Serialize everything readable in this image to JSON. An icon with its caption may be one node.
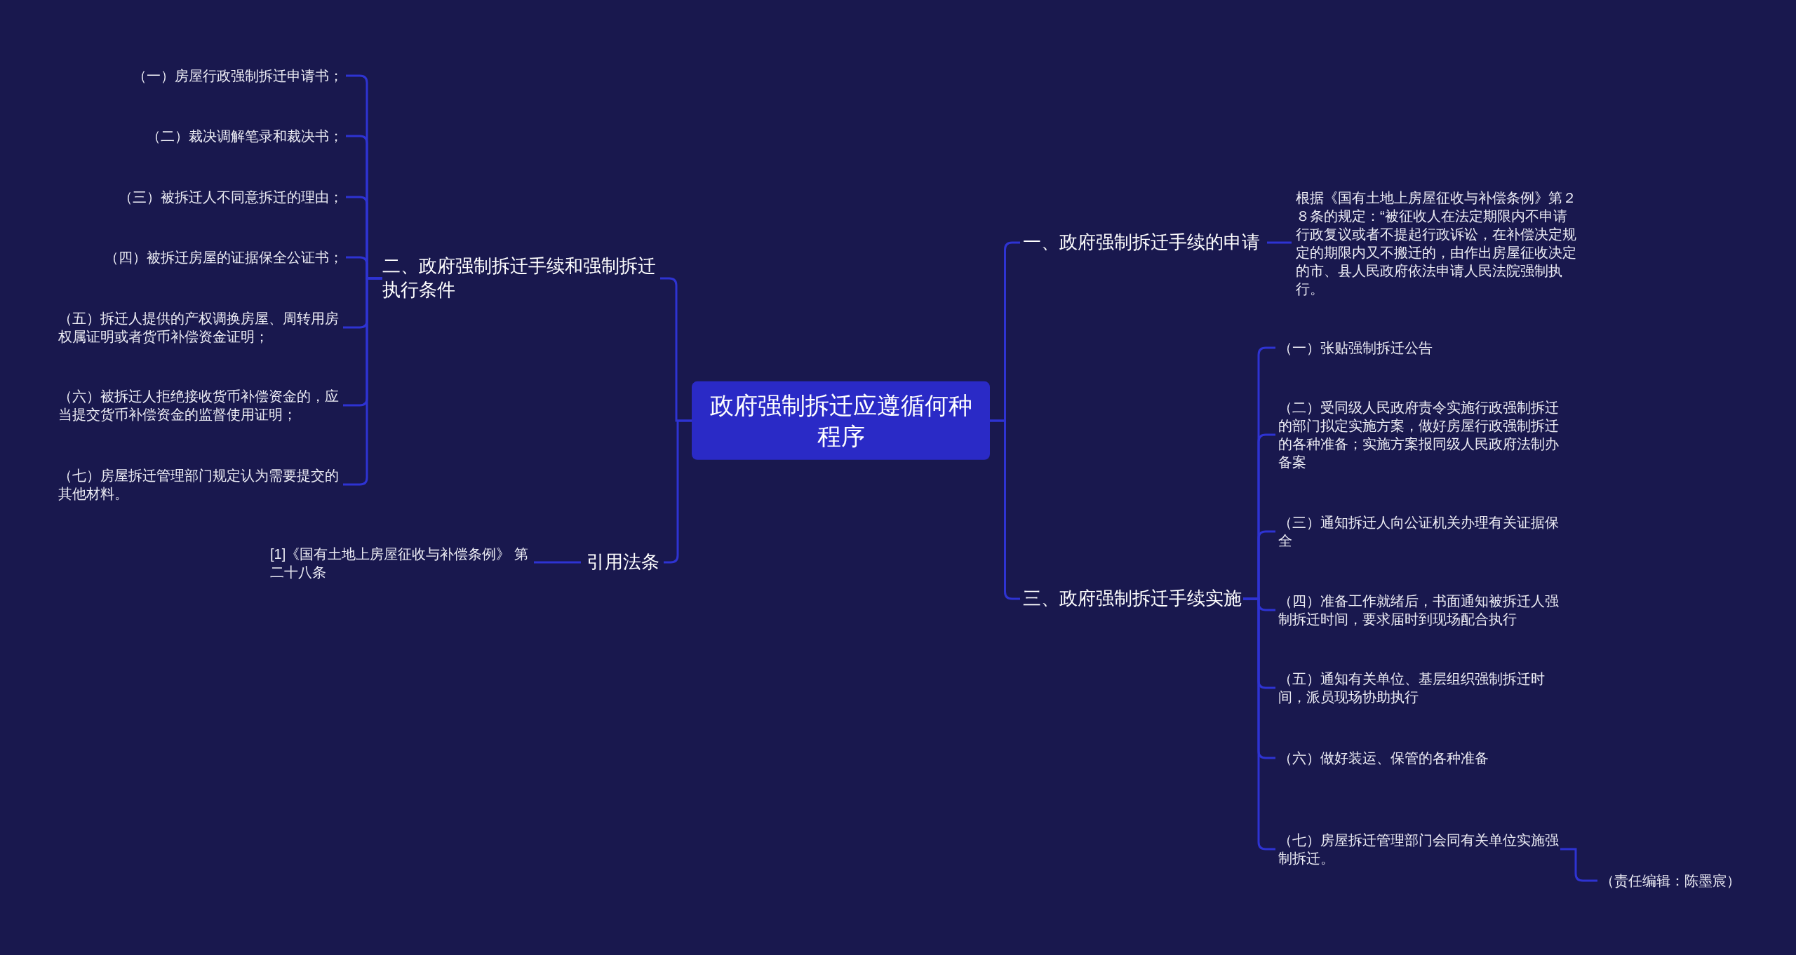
{
  "diagram": {
    "nodes": [
      {
        "text": [
          "政府强制拆迁应遵循何种程序"
        ]
      },
      {
        "text": [
          "一、政府强制拆迁手续的申请"
        ]
      },
      {
        "text": [
          "根据《国有土地上房屋征收与补偿条例》第２８条的规定：“被征收人在法定期限内不申请行政复议或者不提起行政诉讼，在补偿决定规定的期限内又不搬迁的，由作出房屋征收决定的市、县人民政府依法申请人民法院强制执行。"
        ]
      },
      {
        "text": [
          "三、政府强制拆迁手续实施"
        ]
      },
      {
        "text": [
          "（一）张贴强制拆迁公告"
        ]
      },
      {
        "text": [
          "（二）受同级人民政府责令实施行政强制拆迁的部门拟定实施方案，做好房屋行政强制拆迁的各种准备；实施方案报同级人民政府法制办备案"
        ]
      },
      {
        "text": [
          "（三）通知拆迁人向公证机关办理有关证据保全"
        ]
      },
      {
        "text": [
          "（四）准备工作就绪后，书面通知被拆迁人强制拆迁时间，要求届时到现场配合执行"
        ]
      },
      {
        "text": [
          "（五）通知有关单位、基层组织强制拆迁时间，派员现场协助执行"
        ]
      },
      {
        "text": [
          "（六）做好装运、保管的各种准备"
        ]
      },
      {
        "text": [
          "（七）房屋拆迁管理部门会同有关单位实施强制拆迁。"
        ]
      },
      {
        "text": [
          "（责任编辑：陈墨宸）"
        ]
      },
      {
        "text": [
          "二、政府强制拆迁手续和强制拆迁执行条件"
        ]
      },
      {
        "text": [
          "（一）房屋行政强制拆迁申请书；"
        ]
      },
      {
        "text": [
          "（二）裁决调解笔录和裁决书；"
        ]
      },
      {
        "text": [
          "（三）被拆迁人不同意拆迁的理由；"
        ]
      },
      {
        "text": [
          "（四）被拆迁房屋的证据保全公证书；"
        ]
      },
      {
        "text": [
          "（五）拆迁人提供的产权调换房屋、周转用房权属证明或者货币补偿资金证明；"
        ]
      },
      {
        "text": [
          "（六）被拆迁人拒绝接收货币补偿资金的，应当提交货币补偿资金的监督使用证明；"
        ]
      },
      {
        "text": [
          "（七）房屋拆迁管理部门规定认为需要提交的其他材料。"
        ]
      },
      {
        "text": [
          "引用法条"
        ]
      },
      {
        "text": [
          "[1]《国有土地上房屋征收与补偿条例》 第二十八条"
        ]
      }
    ],
    "edges": [
      {
        "from": 0,
        "to": 1,
        "arrow": "none"
      },
      {
        "from": 1,
        "to": 2,
        "arrow": "none"
      },
      {
        "from": 0,
        "to": 3,
        "arrow": "none"
      },
      {
        "from": 3,
        "to": 4,
        "arrow": "none"
      },
      {
        "from": 3,
        "to": 5,
        "arrow": "none"
      },
      {
        "from": 3,
        "to": 6,
        "arrow": "none"
      },
      {
        "from": 3,
        "to": 7,
        "arrow": "none"
      },
      {
        "from": 3,
        "to": 8,
        "arrow": "none"
      },
      {
        "from": 3,
        "to": 9,
        "arrow": "none"
      },
      {
        "from": 3,
        "to": 10,
        "arrow": "none"
      },
      {
        "from": 10,
        "to": 11,
        "arrow": "none"
      },
      {
        "from": 0,
        "to": 12,
        "arrow": "none"
      },
      {
        "from": 12,
        "to": 13,
        "arrow": "none"
      },
      {
        "from": 12,
        "to": 14,
        "arrow": "none"
      },
      {
        "from": 12,
        "to": 15,
        "arrow": "none"
      },
      {
        "from": 12,
        "to": 16,
        "arrow": "none"
      },
      {
        "from": 12,
        "to": 17,
        "arrow": "none"
      },
      {
        "from": 12,
        "to": 18,
        "arrow": "none"
      },
      {
        "from": 12,
        "to": 19,
        "arrow": "none"
      },
      {
        "from": 0,
        "to": 20,
        "arrow": "none"
      },
      {
        "from": 20,
        "to": 21,
        "arrow": "none"
      }
    ]
  }
}
